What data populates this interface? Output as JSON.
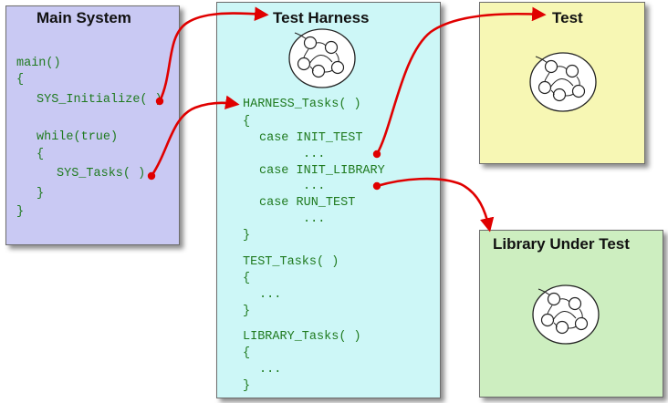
{
  "main_system": {
    "title": "Main System",
    "lines": [
      "main()",
      "{",
      "SYS_Initialize( )",
      "while(true)",
      "{",
      "SYS_Tasks( )",
      "}",
      "}"
    ]
  },
  "harness": {
    "title": "Test Harness",
    "lines": [
      "HARNESS_Tasks( )",
      "{",
      "case INIT_TEST",
      "...",
      "case INIT_LIBRARY",
      "...",
      "case RUN_TEST",
      "...",
      "}",
      "TEST_Tasks( )",
      "{",
      "...",
      "}",
      "LIBRARY_Tasks( )",
      "{",
      "...",
      "}"
    ]
  },
  "test": {
    "title": "Test"
  },
  "library": {
    "title": "Library Under Test"
  },
  "colors": {
    "main_bg": "#c9c9f3",
    "harness_bg": "#cdf7f7",
    "test_bg": "#f7f7b4",
    "library_bg": "#cdeec0",
    "code_text": "#1f7a1f",
    "arrow": "#e00000"
  }
}
